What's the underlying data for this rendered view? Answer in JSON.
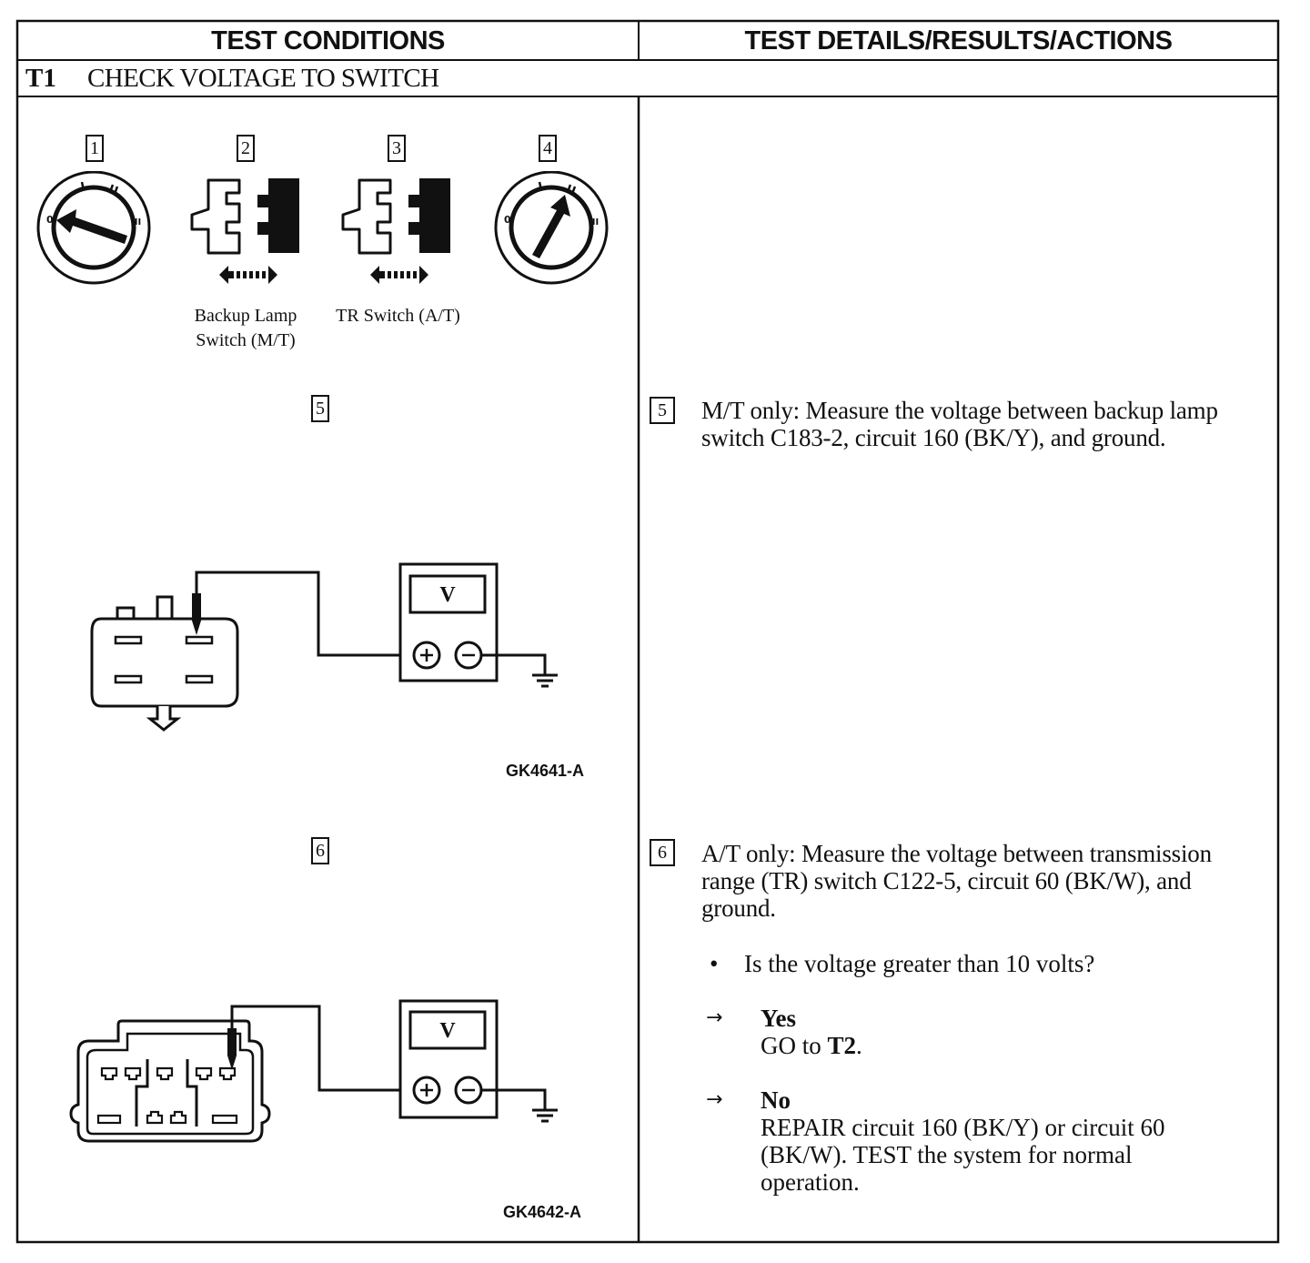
{
  "header": {
    "left": "TEST CONDITIONS",
    "right": "TEST DETAILS/RESULTS/ACTIONS"
  },
  "test": {
    "id": "T1",
    "title": "CHECK VOLTAGE TO SWITCH"
  },
  "figures": {
    "top_steps": [
      "1",
      "2",
      "3",
      "4"
    ],
    "backup_lamp_label_1": "Backup Lamp",
    "backup_lamp_label_2": "Switch (M/T)",
    "tr_switch_label": "TR Switch (A/T)",
    "step5_num": "5",
    "step6_num": "6",
    "meter_symbol": "V",
    "fig1_id": "GK4641-A",
    "fig2_id": "GK4642-A"
  },
  "steps": [
    {
      "num": "5",
      "text": "M/T only: Measure the voltage between backup lamp switch C183-2, circuit 160 (BK/Y), and ground."
    },
    {
      "num": "6",
      "text": "A/T only: Measure the voltage between transmission range (TR) switch C122-5, circuit 60 (BK/W), and ground."
    }
  ],
  "question": {
    "bullet": "•",
    "text": "Is the voltage greater than 10 volts?"
  },
  "results": {
    "arrow": "→",
    "yes_label": "Yes",
    "yes_action_prefix": "GO to ",
    "yes_action_target": "T2",
    "yes_action_suffix": ".",
    "no_label": "No",
    "no_action": "REPAIR circuit 160 (BK/Y) or circuit 60 (BK/W). TEST the system for normal operation."
  }
}
